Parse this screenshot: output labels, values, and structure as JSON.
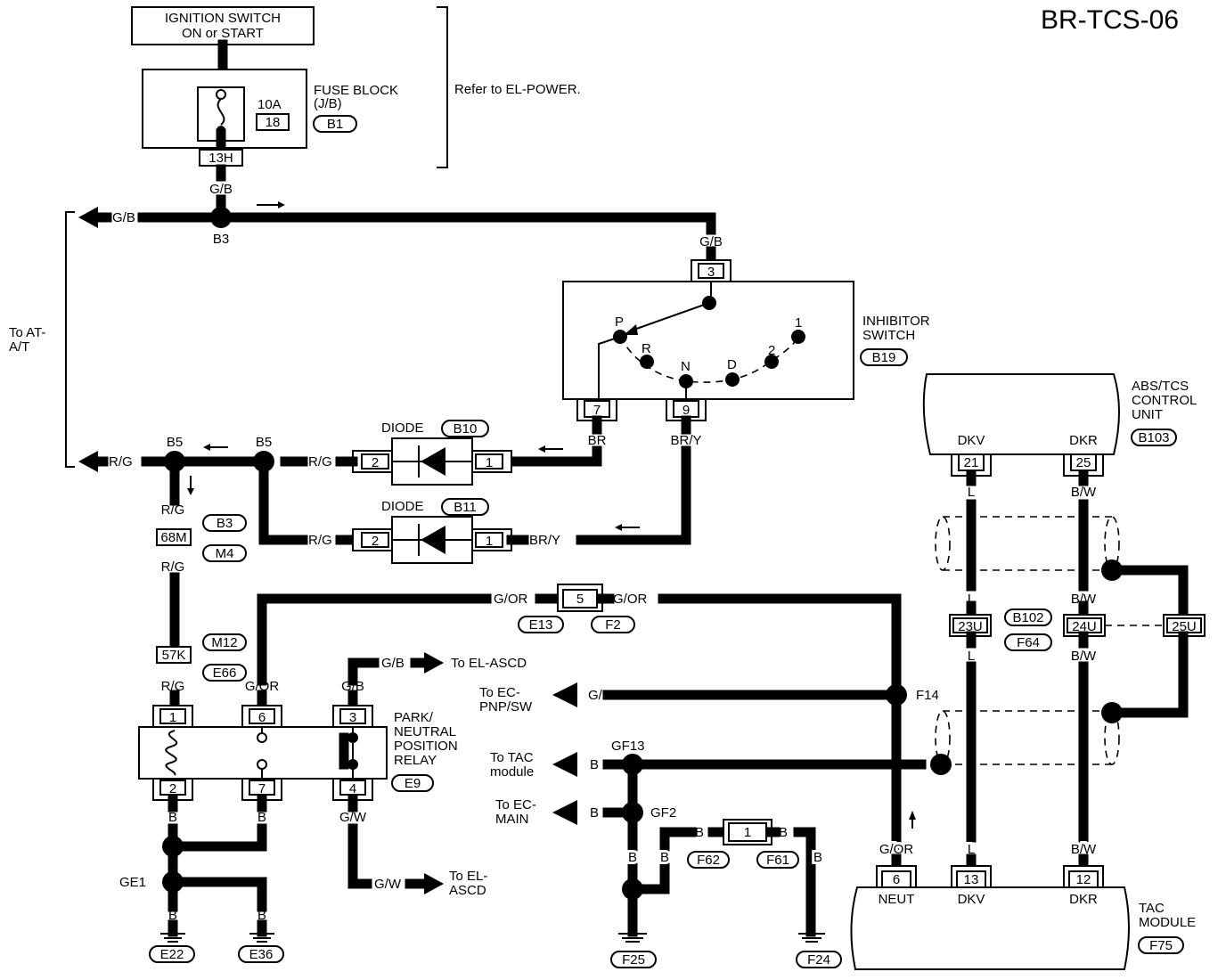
{
  "diagram_id": "BR-TCS-06",
  "ignition": "IGNITION SWITCH|ON or START",
  "fuse_block": {
    "label": "FUSE BLOCK|(J/B)",
    "amp": "10A",
    "num": "18",
    "conn": "B1",
    "term": "13H"
  },
  "refer_power": "Refer to EL-POWER.",
  "to_at": "To AT-|A/T",
  "inhibitor": {
    "label": "INHIBITOR|SWITCH",
    "conn": "B19",
    "t3": "3",
    "t7": "7",
    "t9": "9",
    "pos_p": "P",
    "pos_r": "R",
    "pos_n": "N",
    "pos_d": "D",
    "pos_2": "2",
    "pos_1": "1"
  },
  "diode1": {
    "label": "DIODE",
    "conn": "B10",
    "a": "2",
    "b": "1"
  },
  "diode2": {
    "label": "DIODE",
    "conn": "B11",
    "a": "2",
    "b": "1"
  },
  "splices": {
    "b3": "B3",
    "b5a": "B5",
    "b5b": "B5",
    "f14": "F14",
    "gf13": "GF13",
    "gf2": "GF2",
    "ge1": "GE1"
  },
  "wires": {
    "gb": "G/B",
    "rg": "R/G",
    "br": "BR",
    "bry": "BR/Y",
    "gor": "G/OR",
    "b": "B",
    "gw": "G/W",
    "l": "L",
    "bw": "B/W"
  },
  "conn_labels": {
    "b3": "B3",
    "m4": "M4",
    "m68": "68M",
    "m12": "M12",
    "e66": "E66",
    "k57": "57K",
    "e13": "E13",
    "f2": "F2",
    "c5": "5",
    "e9": "E9",
    "f62": "F62",
    "f61": "F61",
    "c1": "1",
    "b102": "B102",
    "f64": "F64",
    "u23": "23U",
    "u24": "24U",
    "u25": "25U",
    "e22": "E22",
    "e36": "E36",
    "f25": "F25",
    "f24": "F24"
  },
  "relay": {
    "label": "PARK/|NEUTRAL|POSITION|RELAY",
    "t1": "1",
    "t2": "2",
    "t3": "3",
    "t4": "4",
    "t6": "6",
    "t7": "7"
  },
  "dest": {
    "el_ascd1": "To EL-ASCD",
    "el_ascd2": "To EL-|ASCD",
    "ec_pnp": "To EC-|PNP/SW",
    "tac_mod": "To TAC|module",
    "ec_main": "To EC-|MAIN"
  },
  "abs": {
    "label": "ABS/TCS|CONTROL|UNIT",
    "conn": "B103",
    "dkv": "DKV",
    "dkr": "DKR",
    "t21": "21",
    "t25": "25"
  },
  "tac": {
    "label": "TAC|MODULE",
    "conn": "F75",
    "neut": "NEUT",
    "dkv": "DKV",
    "dkr": "DKR",
    "t6": "6",
    "t13": "13",
    "t12": "12"
  }
}
